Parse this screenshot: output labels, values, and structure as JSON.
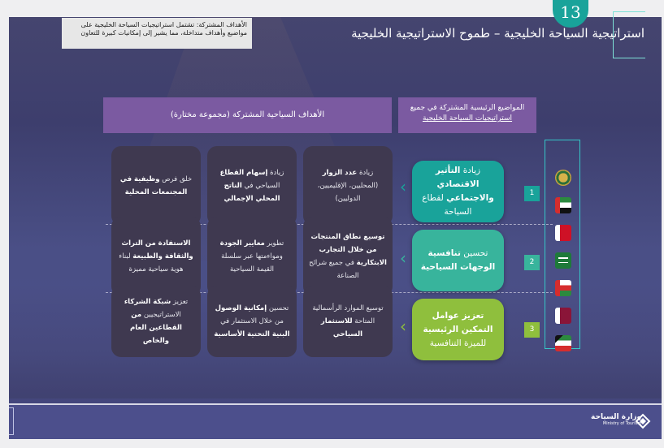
{
  "slide": {
    "page_number": "13",
    "title": "استراتيجية السياحة الخليجية – طموح الاستراتيجية الخليجية",
    "note": "الأهداف المشتركة: تشتمل استراتيجيات السياحة الخليجية على مواضيع وأهداف متداخلة، مما يشير إلى إمكانيات كبيرة للتعاون",
    "header_main": "الأهداف السياحية المشتركة (مجموعة مختارة)",
    "header_side_line1": "المواضيع الرئيسية المشتركة في جميع",
    "header_side_line2": "استراتيجيات السياحة الخليجية"
  },
  "themes": [
    {
      "num": "1",
      "pre": "زيادة ",
      "bold": "التأثير الاقتصادي والاجتماعي",
      "post": " لقطاع السياحة",
      "color": "#19a39a"
    },
    {
      "num": "2",
      "pre": "تحسين ",
      "bold": "تنافسية الوجهات السياحية",
      "post": "",
      "color": "#38b49c"
    },
    {
      "num": "3",
      "pre": "",
      "bold": "تعزيز عوامل التمكين الرئيسية",
      "post": " للميزة التنافسية",
      "color": "#8fbf3d"
    }
  ],
  "rows": [
    [
      {
        "pre": "زيادة ",
        "bold": "عدد الزوار",
        "post": " (المحليين، الإقليميين، الدوليين)"
      },
      {
        "pre": "زيادة ",
        "bold": "إسهام القطاع",
        "post": " السياحي في ",
        "bold2": "الناتج المحلي الإجمالي"
      },
      {
        "pre": "خلق فرص ",
        "bold": "وظيفية في المجتمعات المحلية",
        "post": ""
      }
    ],
    [
      {
        "pre": "",
        "bold": "توسيع نطاق المنتجات من خلال التجارب الابتكارية",
        "post": " في جميع شرائح الصناعة"
      },
      {
        "pre": "تطوير ",
        "bold": "معايير الجودة",
        "post": " ومواءمتها عبر سلسلة القيمة السياحية"
      },
      {
        "pre": "",
        "bold": "الاستفادة من التراث والثقافة والطبيعة",
        "post": " لبناء هوية سياحية مميزة"
      }
    ],
    [
      {
        "pre": "توسيع الموارد الرأسمالية المتاحة ",
        "bold": "للاستثمار السياحي",
        "post": ""
      },
      {
        "pre": "تحسين ",
        "bold": "إمكانية الوصول",
        "post": " من خلال الاستثمار في ",
        "bold2": "البنية التحتية الأساسية"
      },
      {
        "pre": "تعزيز ",
        "bold": "شبكة الشركاء",
        "post": " الاستراتيجيين ",
        "bold2": "من القطاعين العام والخاص"
      }
    ]
  ],
  "flags": [
    "gcc-emblem",
    "uae-flag",
    "bahrain-flag",
    "saudi-flag",
    "oman-flag",
    "qatar-flag",
    "kuwait-flag"
  ],
  "footer": {
    "logo_ar": "وزارة السياحة",
    "logo_en": "Ministry of Tourism"
  },
  "colors": {
    "purple_header": "#7b5aa1",
    "teal": "#19a39a",
    "green": "#8fbf3d",
    "card_bg": "#3f3950"
  }
}
